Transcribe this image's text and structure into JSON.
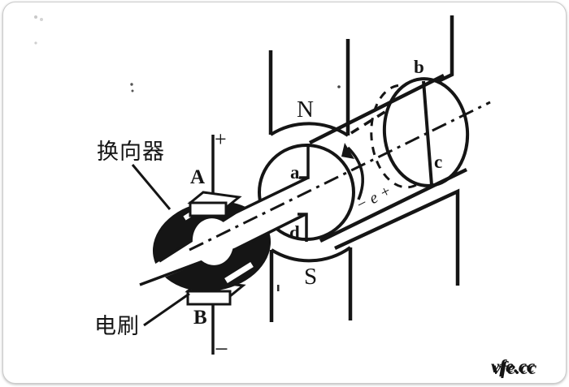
{
  "diagram": {
    "labels": {
      "commutator": "换向器",
      "brush": "电刷",
      "terminal_a": "A",
      "terminal_b": "B",
      "polarity_plus": "+",
      "polarity_minus": "−",
      "pole_n": "N",
      "pole_s": "S",
      "conductor_a": "a",
      "conductor_b": "b",
      "conductor_c": "c",
      "conductor_d": "d",
      "emf": "− e +"
    },
    "colors": {
      "ink": "#151515",
      "background": "#ffffff",
      "frame_border": "#cbcbcb",
      "watermark": "#dcdcdc"
    }
  },
  "watermark": {
    "text": "vfe.cc"
  }
}
